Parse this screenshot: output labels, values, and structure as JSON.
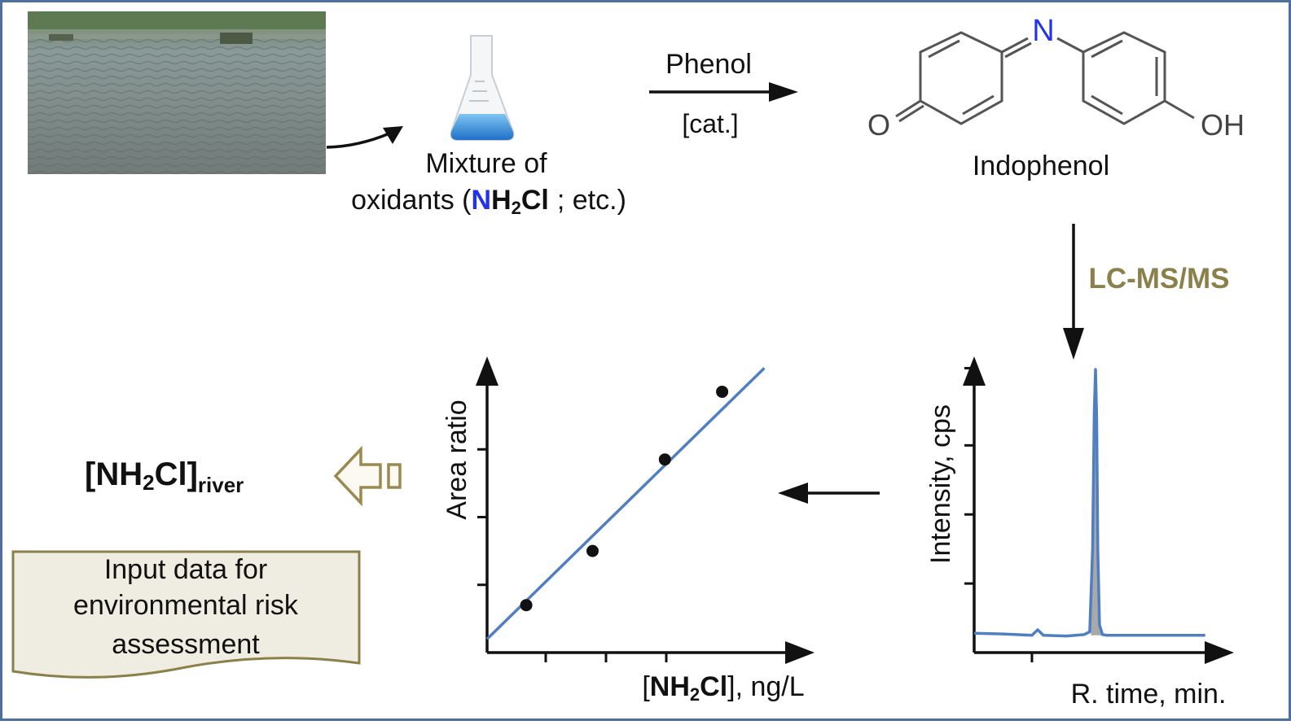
{
  "colors": {
    "frame": "#4f6fa0",
    "accent_olive": "#8b7f4a",
    "line_blue": "#4f7fc0",
    "nitrogen_blue": "#2233ee",
    "note_fill": "#efece2",
    "arrow_outline": "#9a8a50"
  },
  "photo": {
    "subject": "river-water-photo"
  },
  "flask": {
    "label_line1": "Mixture of",
    "label_prefix": "oxidants (",
    "label_n": "N",
    "label_h": "H",
    "label_sub2": "2",
    "label_cl": "Cl",
    "label_suffix": "; etc.)"
  },
  "reaction": {
    "reagent": "Phenol",
    "catalyst": "[cat.]"
  },
  "molecule": {
    "atom_n": "N",
    "atom_o": "O",
    "atom_oh": "OH",
    "name": "Indophenol"
  },
  "analysis": {
    "method": "LC-MS/MS"
  },
  "chromatogram": {
    "ylabel": "Intensity, cps",
    "xlabel": "R. time, min."
  },
  "calibration": {
    "ylabel": "Area ratio",
    "xlabel_open": "[",
    "xlabel_nh": "NH",
    "xlabel_sub": "2",
    "xlabel_cl": "Cl",
    "xlabel_rest": "], ng/L"
  },
  "result": {
    "open": "[",
    "nh": "NH",
    "sub2": "2",
    "cl": "Cl]",
    "subscript": "river"
  },
  "note": {
    "line1": "Input data  for",
    "line2": "environmental  risk",
    "line3": "assessment"
  },
  "chart_data": [
    {
      "type": "scatter",
      "title": "",
      "xlabel": "[NH2Cl], ng/L",
      "ylabel": "Area ratio",
      "xlim": [
        0,
        4.5
      ],
      "ylim": [
        0,
        4.0
      ],
      "x_ticks": [
        1,
        2,
        3
      ],
      "y_ticks": [
        1,
        2,
        3
      ],
      "series": [
        {
          "values_x": [
            0.65,
            1.75,
            2.95,
            3.9
          ],
          "values_y": [
            0.7,
            1.5,
            2.85,
            3.85
          ]
        }
      ],
      "fit_line": {
        "x": [
          0.0,
          4.6
        ],
        "y": [
          0.2,
          4.2
        ]
      }
    },
    {
      "type": "line",
      "title": "",
      "xlabel": "R. time, min.",
      "ylabel": "Intensity, cps",
      "xlim": [
        0,
        4.3
      ],
      "ylim": [
        0,
        4.3
      ],
      "x_ticks": [
        1
      ],
      "y_ticks": [
        1,
        2,
        3,
        4
      ],
      "series": [
        {
          "x": [
            0.0,
            0.5,
            1.0,
            1.1,
            1.2,
            1.6,
            1.9,
            2.0,
            2.05,
            2.08,
            2.1,
            2.12,
            2.14,
            2.17,
            2.22,
            2.3,
            2.6,
            3.3,
            4.0
          ],
          "y": [
            0.28,
            0.27,
            0.25,
            0.33,
            0.25,
            0.24,
            0.26,
            0.3,
            1.5,
            3.5,
            4.1,
            3.4,
            1.5,
            0.4,
            0.26,
            0.25,
            0.25,
            0.25,
            0.25
          ]
        }
      ]
    }
  ]
}
